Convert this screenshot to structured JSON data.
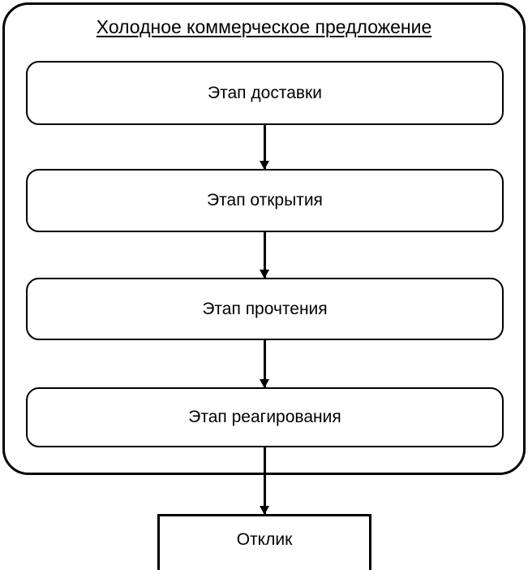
{
  "diagram": {
    "type": "flowchart",
    "orientation": "vertical",
    "title": "Холодное коммерческое предложение",
    "title_style": "underlined",
    "container": {
      "name": "cold-offer-container",
      "shape": "rounded-rectangle",
      "border_color": "#000000",
      "fill_color": "#ffffff"
    },
    "stages": [
      {
        "id": "delivery",
        "label": "Этап доставки",
        "shape": "rounded-rectangle"
      },
      {
        "id": "opening",
        "label": "Этап открытия",
        "shape": "rounded-rectangle"
      },
      {
        "id": "reading",
        "label": "Этап прочтения",
        "shape": "rounded-rectangle"
      },
      {
        "id": "reacting",
        "label": "Этап реагирования",
        "shape": "rounded-rectangle"
      }
    ],
    "terminal": {
      "id": "response",
      "label": "Отклик",
      "shape": "rectangle"
    },
    "connectors": [
      {
        "from": "delivery",
        "to": "opening",
        "icon": "arrow-down-icon"
      },
      {
        "from": "opening",
        "to": "reading",
        "icon": "arrow-down-icon"
      },
      {
        "from": "reading",
        "to": "reacting",
        "icon": "arrow-down-icon"
      },
      {
        "from": "reacting",
        "to": "response",
        "icon": "arrow-down-icon"
      }
    ],
    "colors": {
      "stroke": "#000000",
      "fill": "#ffffff",
      "text": "#000000"
    }
  }
}
